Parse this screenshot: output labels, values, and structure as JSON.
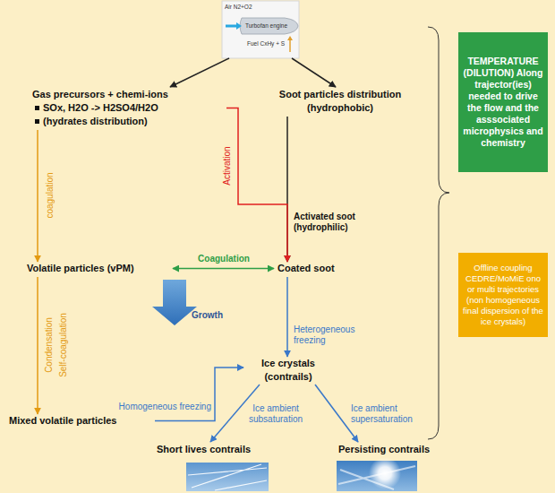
{
  "diagram": {
    "nodes": [
      {
        "text": [
          "Air N2+O2",
          "Turbofan engine",
          "Fuel CxHy + S"
        ]
      },
      {
        "text": [
          "Gas precursors + chemi-ions",
          "SOx, H2O -> H2SO4/H2O",
          "(hydrates distribution)"
        ]
      },
      {
        "text": [
          "Soot particles distribution",
          "(hydrophobic)"
        ]
      },
      {
        "text": [
          "Volatile particles (vPM)"
        ]
      },
      {
        "text": [
          "Coated soot"
        ]
      },
      {
        "text": [
          "Ice crystals (contrails)"
        ]
      },
      {
        "text": [
          "Mixed volatile particles"
        ]
      },
      {
        "text": [
          "Short lives contrails"
        ]
      },
      {
        "text": [
          "Persisting contrails"
        ]
      },
      {
        "text": [
          "TEMPERATURE (DILUTION) Along trajector(ies) needed to drive the flow and the asssociated microphysics and chemistry"
        ]
      },
      {
        "text": [
          "Offline coupling CEDRE/MoMiE ono or multi trajectories (non homogeneous final dispersion of the ice crystals)"
        ]
      }
    ],
    "edges": [
      {
        "from": 0,
        "to": 1,
        "arrow": "to"
      },
      {
        "from": 0,
        "to": 2,
        "arrow": "to"
      },
      {
        "from": 1,
        "to": 3,
        "label": "coagulation",
        "arrow": "to"
      },
      {
        "from": 1,
        "to": 4,
        "label": "Activation",
        "arrow": "to"
      },
      {
        "from": 2,
        "to": 4,
        "label": "Activated soot (hydrophilic)",
        "arrow": "to"
      },
      {
        "from": 3,
        "to": 4,
        "label": "Coagulation",
        "arrow": "both"
      },
      {
        "from": 3,
        "to": 6,
        "label": "Condensation",
        "arrow": "to"
      },
      {
        "from": 4,
        "to": 5,
        "label": "Heterogeneous freezing",
        "arrow": "to"
      },
      {
        "from": 6,
        "to": 5,
        "label": "Homogeneous freezing",
        "arrow": "to"
      },
      {
        "from": 5,
        "to": 7,
        "label": "Ice ambient subsaturation",
        "arrow": "to"
      },
      {
        "from": 5,
        "to": 8,
        "label": "Ice ambient supersaturation",
        "arrow": "to"
      }
    ],
    "labels": [
      "Self-coagulation",
      "Growth"
    ]
  }
}
